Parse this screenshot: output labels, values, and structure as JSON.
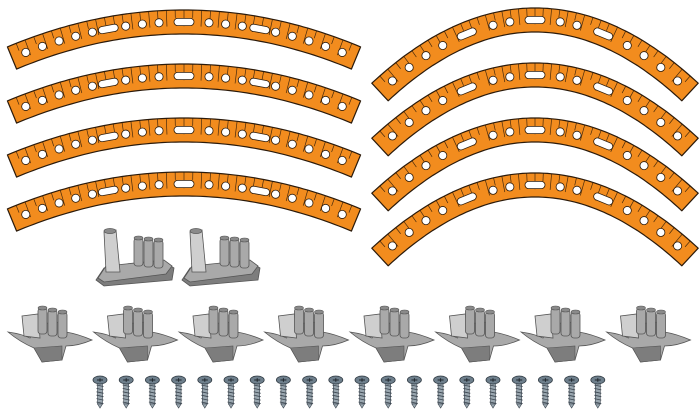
{
  "parts": {
    "gentle_arcs": {
      "count": 4,
      "holes_per_row": 20
    },
    "steep_arcs": {
      "count": 4,
      "holes_per_row": 18
    },
    "tall_stands": {
      "count": 2
    },
    "cross_bases": {
      "count": 8
    },
    "screws": {
      "count": 20
    }
  },
  "colors": {
    "arc_fill": "#f28c1e",
    "arc_stroke": "#2b1a0a",
    "hole": "#ffffff",
    "plastic": "#a9a9a9",
    "plastic_dark": "#7d7d7d",
    "plastic_light": "#cfcfcf",
    "screw_head": "#6e7f8c",
    "screw_shank": "#9aa7b0"
  }
}
